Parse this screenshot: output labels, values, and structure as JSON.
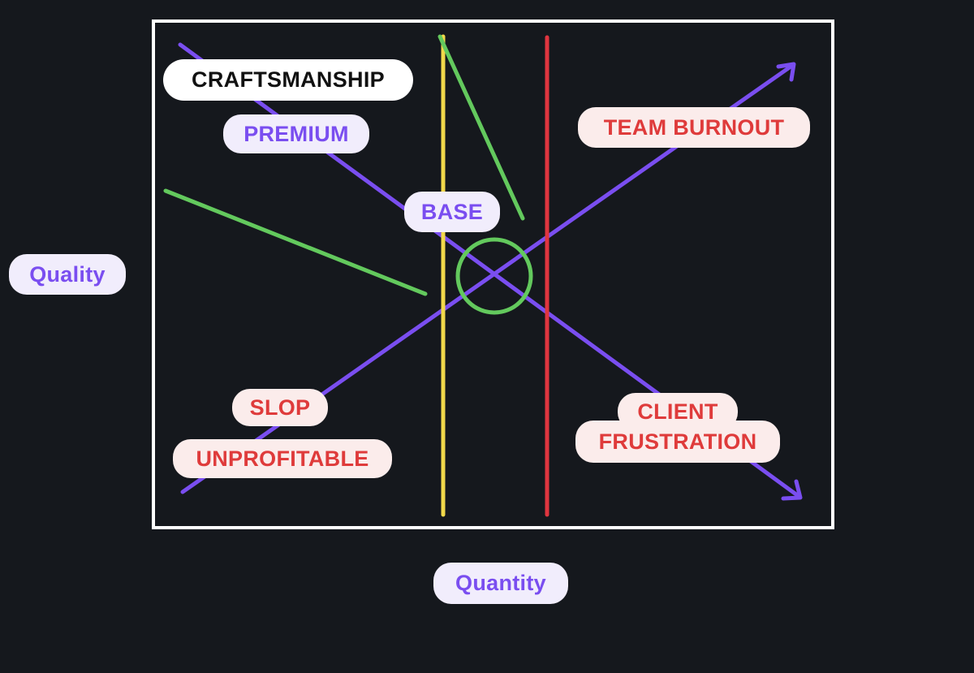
{
  "labels": {
    "craftsmanship": "CRAFTSMANSHIP",
    "premium": "PREMIUM",
    "base": "BASE",
    "team_burnout": "TEAM BURNOUT",
    "slop": "SLOP",
    "unprofitable": "UNPROFITABLE",
    "client_frustration_line1": "CLIENT",
    "client_frustration_line2": "FRUSTRATION"
  },
  "axes": {
    "y_label": "Quality",
    "x_label": "Quantity"
  },
  "colors": {
    "background": "#15181d",
    "frame": "#ffffff",
    "purple_line": "#7a4ef0",
    "green_line": "#63c95d",
    "yellow_line": "#f2d94a",
    "red_line": "#e0353f",
    "purple_text": "#7a4ef0",
    "red_text": "#df3b3b"
  }
}
